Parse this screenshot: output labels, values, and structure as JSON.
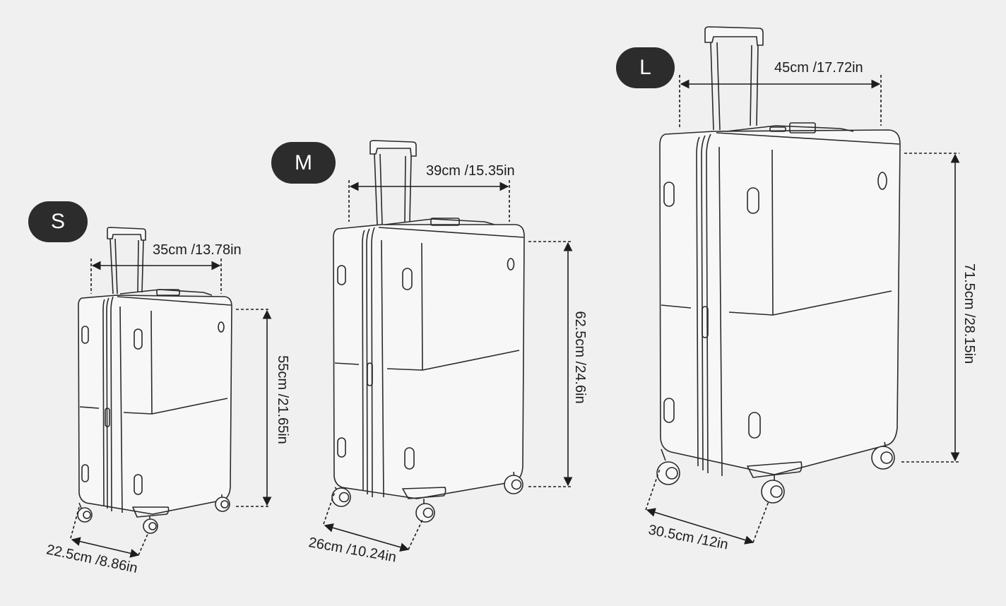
{
  "sizes": {
    "s": {
      "label": "S",
      "width": "35cm /13.78in",
      "height": "55cm /21.65in",
      "depth": "22.5cm /8.86in"
    },
    "m": {
      "label": "M",
      "width": "39cm /15.35in",
      "height": "62.5cm /24.6in",
      "depth": "26cm /10.24in"
    },
    "l": {
      "label": "L",
      "width": "45cm /17.72in",
      "height": "71.5cm /28.15in",
      "depth": "30.5cm /12in"
    }
  },
  "colors": {
    "background": "#f0f0f0",
    "badge": "#2c2c2c",
    "line": "#2a2a2a",
    "body": "#f7f7f7"
  }
}
